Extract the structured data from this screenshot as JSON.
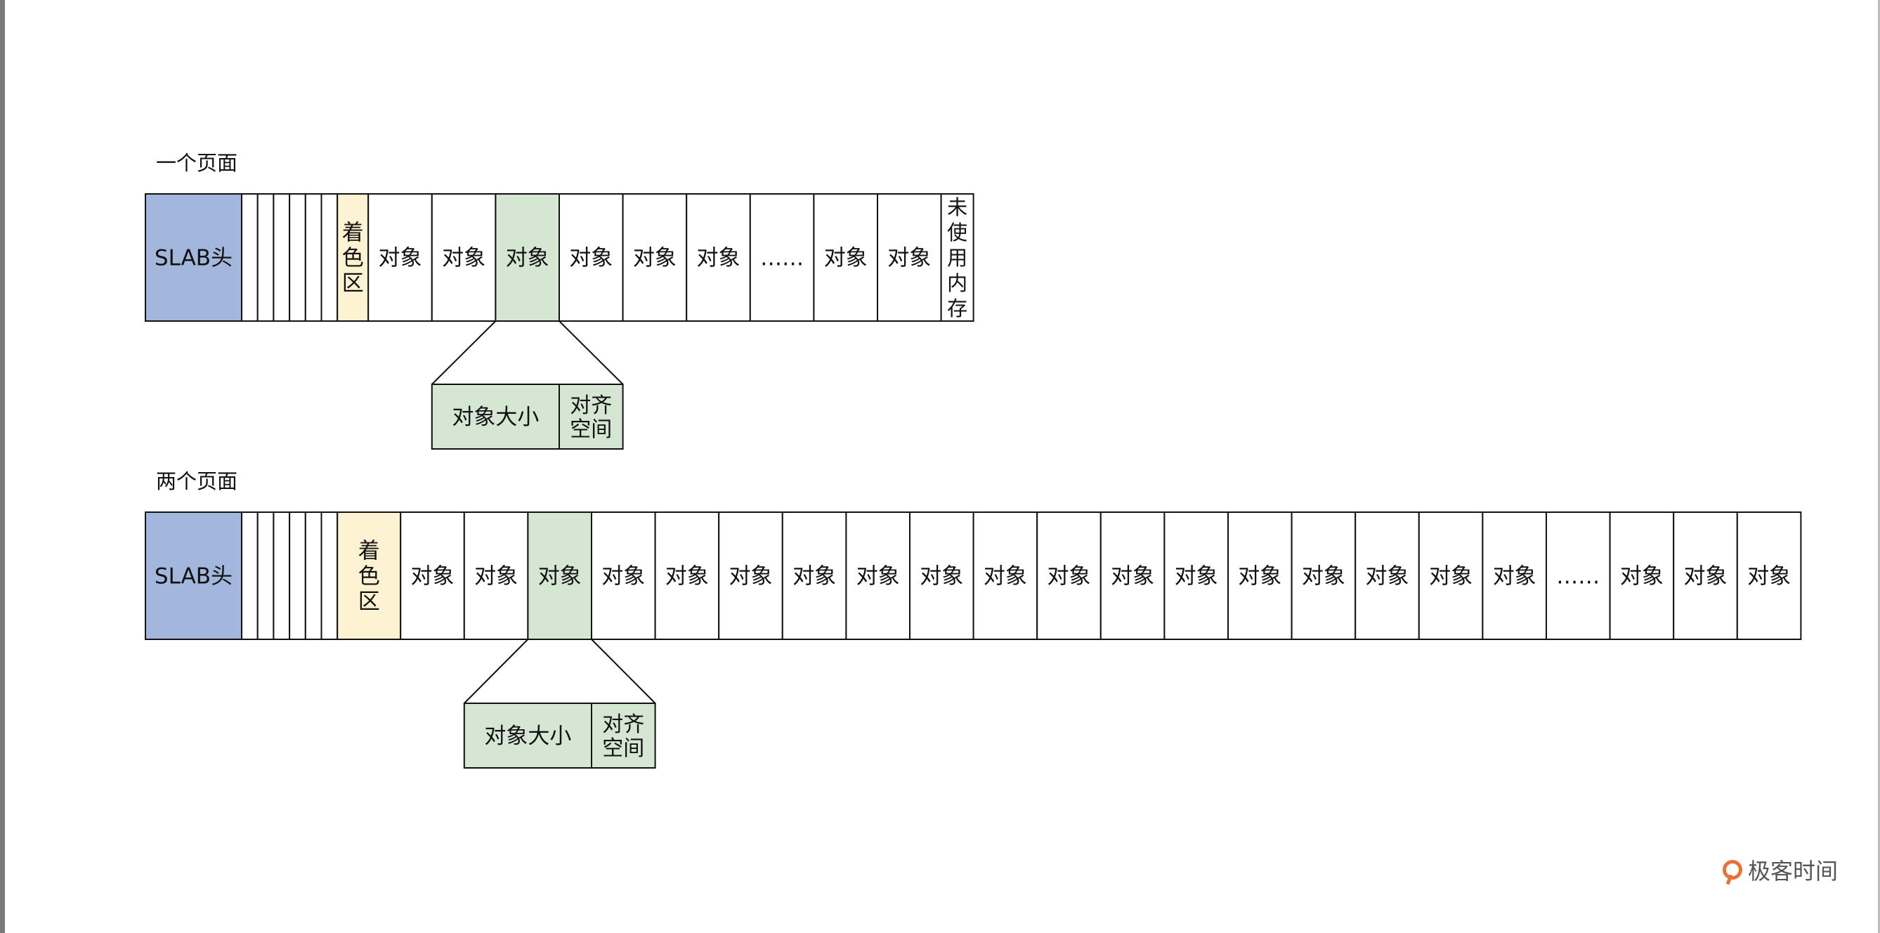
{
  "rows": [
    {
      "title": "一个页面",
      "header_label": "SLAB头",
      "blank_slots": 6,
      "color_label": "着\n色\n区",
      "cells": [
        "对象",
        "对象",
        "对象",
        "对象",
        "对象",
        "对象",
        "……",
        "对象",
        "对象"
      ],
      "highlight_index": 2,
      "tail_label": "未\n使\n用\n内\n存",
      "detail": {
        "size_label": "对象大小",
        "align_label": "对齐\n空间"
      }
    },
    {
      "title": "两个页面",
      "header_label": "SLAB头",
      "blank_slots": 6,
      "color_label": "着\n色\n区",
      "cells": [
        "对象",
        "对象",
        "对象",
        "对象",
        "对象",
        "对象",
        "对象",
        "对象",
        "对象",
        "对象",
        "对象",
        "对象",
        "对象",
        "对象",
        "对象",
        "对象",
        "对象",
        "对象",
        "……",
        "对象",
        "对象",
        "对象"
      ],
      "highlight_index": 2,
      "tail_label": "",
      "detail": {
        "size_label": "对象大小",
        "align_label": "对齐\n空间"
      }
    }
  ],
  "logo": {
    "text": "极客时间"
  },
  "colors": {
    "header": "#a3b6dc",
    "color_zone": "#fdf2d1",
    "highlight": "#d5e7d3",
    "stroke": "#111111"
  }
}
